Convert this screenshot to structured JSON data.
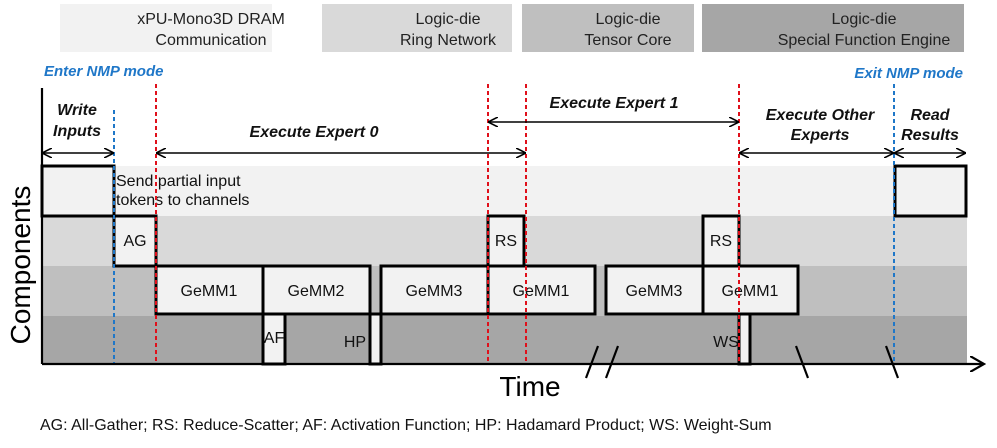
{
  "colors": {
    "row_dram": "#f2f2f2",
    "row_ring": "#d9d9d9",
    "row_tensor": "#bfbfbf",
    "row_sfe": "#a6a6a6",
    "enter_exit_line": "#1f77c8",
    "phase_line": "#e0101b",
    "box_stroke": "#000000"
  },
  "legend": [
    {
      "line1": "xPU-Mono3D DRAM",
      "line2": "Communication",
      "color": "#f2f2f2"
    },
    {
      "line1": "Logic-die",
      "line2": "Ring Network",
      "color": "#d9d9d9"
    },
    {
      "line1": "Logic-die",
      "line2": "Tensor Core",
      "color": "#bfbfbf"
    },
    {
      "line1": "Logic-die",
      "line2": "Special Function Engine",
      "color": "#a6a6a6"
    }
  ],
  "modes": {
    "enter": "Enter NMP mode",
    "exit": "Exit NMP mode"
  },
  "phases": {
    "write_inputs_1": "Write",
    "write_inputs_2": "Inputs",
    "execute_expert_0": "Execute Expert 0",
    "execute_expert_1": "Execute Expert 1",
    "execute_other_1": "Execute Other",
    "execute_other_2": "Experts",
    "read_results_1": "Read",
    "read_results_2": "Results"
  },
  "notes": {
    "send_line1": "Send partial input",
    "send_line2": "tokens to channels"
  },
  "ops": {
    "ag": "AG",
    "rs_1": "RS",
    "rs_2": "RS",
    "gemm1_a": "GeMM1",
    "gemm2": "GeMM2",
    "gemm3_a": "GeMM3",
    "gemm1_b": "GeMM1",
    "gemm3_b": "GeMM3",
    "gemm1_c": "GeMM1",
    "af": "AF",
    "hp": "HP",
    "ws": "WS"
  },
  "axes": {
    "y": "Components",
    "x": "Time"
  },
  "footnote": "AG: All-Gather; RS: Reduce-Scatter; AF: Activation Function; HP: Hadamard Product; WS: Weight-Sum"
}
